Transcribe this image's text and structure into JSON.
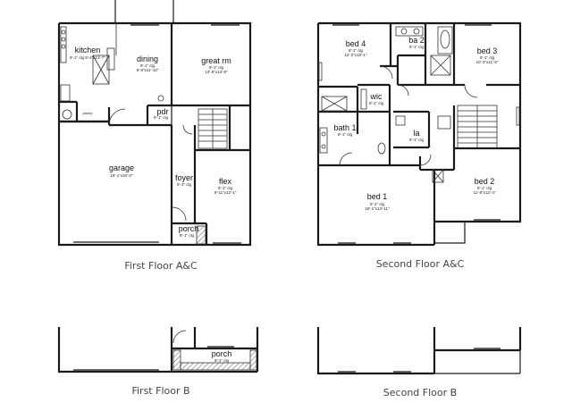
{
  "floors": {
    "first_ac": {
      "caption": "First Floor A&C",
      "rooms": {
        "kitchen": {
          "name": "kitchen",
          "dim": "9'-1\" clg  9'-4\"x13'-7\""
        },
        "dining": {
          "name": "dining",
          "dim1": "9'-1\" clg",
          "dim2": "9'-8\"x11'-10\""
        },
        "great_rm": {
          "name": "great rm",
          "dim1": "9'-1\" clg",
          "dim2": "14'-5\"x13'-8\""
        },
        "pdr": {
          "name": "pdr",
          "dim": "9'-1\" clg"
        },
        "pantry": {
          "name": "pantry"
        },
        "garage": {
          "name": "garage",
          "dim": "19'-1\"x20'-0\""
        },
        "foyer": {
          "name": "foyer",
          "dim": "9'-1\" clg"
        },
        "flex": {
          "name": "flex",
          "dim1": "9'-1\" clg",
          "dim2": "9'-11\"x12'-1\""
        },
        "porch": {
          "name": "porch",
          "dim": "9'-1\" clg"
        }
      }
    },
    "second_ac": {
      "caption": "Second Floor A&C",
      "rooms": {
        "bed4": {
          "name": "bed 4",
          "dim1": "8'-1\" clg",
          "dim2": "12'-2\"x10'-1\""
        },
        "ba2": {
          "name": "ba 2",
          "dim": "8'-1\" clg"
        },
        "bed3": {
          "name": "bed 3",
          "dim1": "8'-1\" clg",
          "dim2": "10'-3\"x11'-5\""
        },
        "wic": {
          "name": "wic",
          "dim": "8'-1\" clg"
        },
        "bath1": {
          "name": "bath 1",
          "dim": "8'-1\" clg"
        },
        "la": {
          "name": "la",
          "dim": "8'-1\" clg"
        },
        "bed1": {
          "name": "bed 1",
          "dim1": "8'-1\" clg",
          "dim2": "16'-1\"x13'-11\""
        },
        "bed2": {
          "name": "bed 2",
          "dim1": "8'-1\" clg",
          "dim2": "11'-8\"x12'-4\""
        }
      }
    },
    "first_b": {
      "caption": "First Floor B",
      "rooms": {
        "porch": {
          "name": "porch",
          "dim": "9'-1\" clg"
        }
      }
    },
    "second_b": {
      "caption": "Second Floor B"
    }
  }
}
